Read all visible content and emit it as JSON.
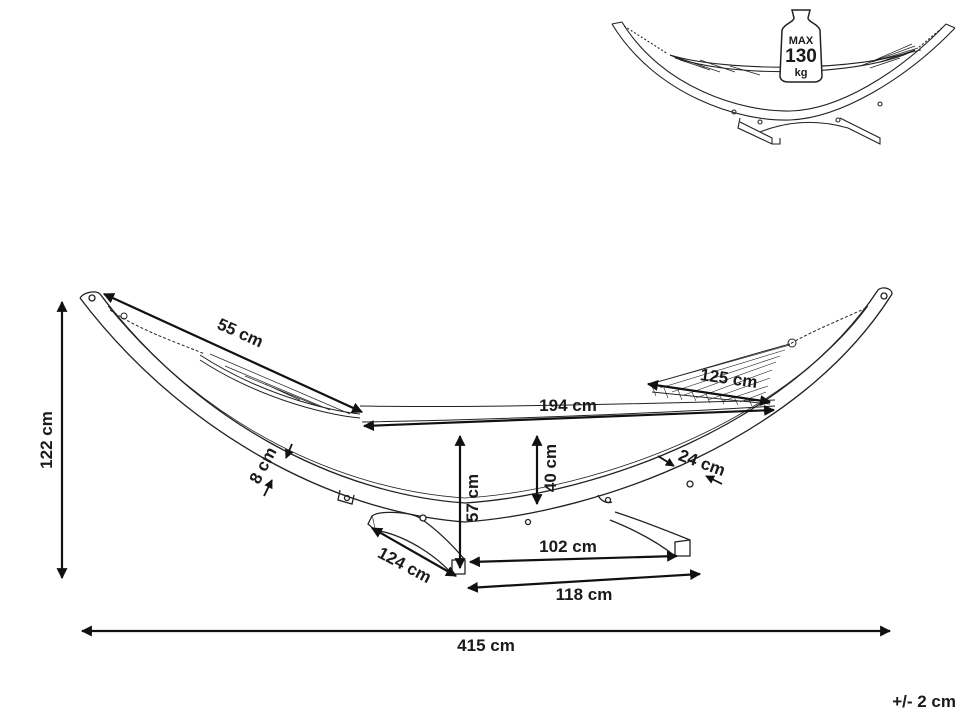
{
  "diagram": {
    "weight_badge": {
      "line1": "MAX",
      "line2": "130",
      "line3": "kg"
    },
    "dimensions": {
      "height_total": "122 cm",
      "width_total": "415 cm",
      "bed_length": "194 cm",
      "spreader_diag": "55 cm",
      "spreader_right": "125 cm",
      "frame_thickness_left": "8 cm",
      "frame_thickness_right": "24 cm",
      "frame_height": "57 cm",
      "bed_height": "40 cm",
      "base_depth": "124 cm",
      "base_inner": "102 cm",
      "base_outer": "118 cm"
    },
    "tolerance": "+/- 2 cm"
  }
}
